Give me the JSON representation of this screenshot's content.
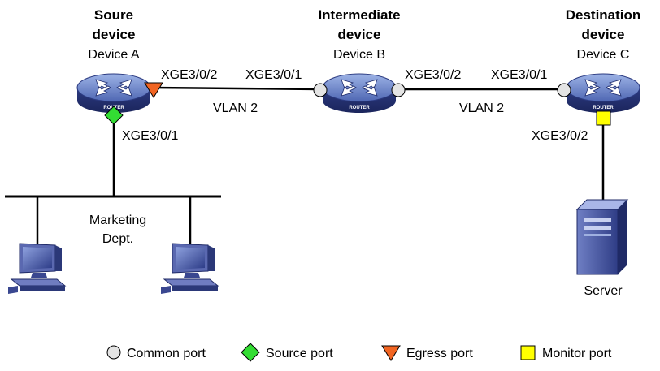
{
  "devices": {
    "a": {
      "role_line1": "Soure",
      "role_line2": "device",
      "name": "Device A"
    },
    "b": {
      "role_line1": "Intermediate",
      "role_line2": "device",
      "name": "Device B"
    },
    "c": {
      "role_line1": "Destination",
      "role_line2": "device",
      "name": "Device C"
    }
  },
  "router_label": "ROUTER",
  "ports": {
    "a_right": "XGE3/0/2",
    "a_bottom": "XGE3/0/1",
    "b_left": "XGE3/0/1",
    "b_right": "XGE3/0/2",
    "c_left": "XGE3/0/1",
    "c_bottom": "XGE3/0/2"
  },
  "links": {
    "ab_vlan": "VLAN 2",
    "bc_vlan": "VLAN 2"
  },
  "lan": {
    "line1": "Marketing",
    "line2": "Dept."
  },
  "server": {
    "label": "Server"
  },
  "legend": {
    "common": "Common port",
    "source": "Source port",
    "egress": "Egress port",
    "monitor": "Monitor port"
  },
  "colors": {
    "router_body": "#3c4d9a",
    "router_top": "#6b86c8",
    "common_port": "#e4e4e4",
    "source_port": "#33dd33",
    "egress_port": "#f26522",
    "monitor_port": "#ffff00",
    "link": "#000000"
  },
  "icons": [
    "router-icon",
    "pc-icon",
    "server-icon"
  ]
}
